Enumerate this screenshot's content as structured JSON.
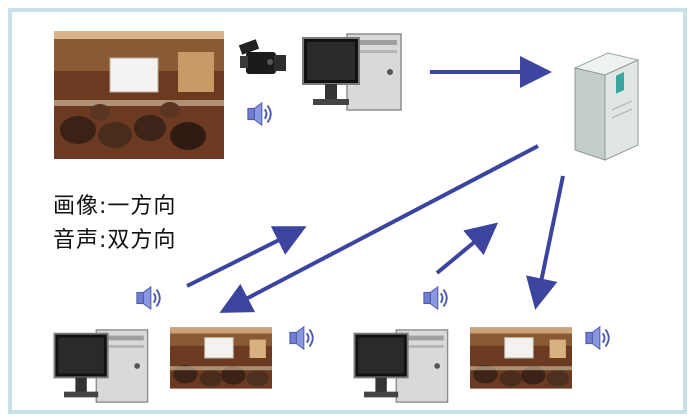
{
  "captions": {
    "image": "画像:一方向",
    "audio": "音声:双方向"
  },
  "nodes": {
    "lecture_room": "lecture-hall-photo",
    "video_camera": "video-camera-icon",
    "sender_pc": "desktop-pc-icon",
    "server": "server-tower-icon",
    "receiver_photo": "audience-photo",
    "speaker": "speaker-icon"
  },
  "colors": {
    "frame_border": "#c9e2ea",
    "arrow": "#3b45a0",
    "speaker_blue": "#5d6fc8"
  }
}
